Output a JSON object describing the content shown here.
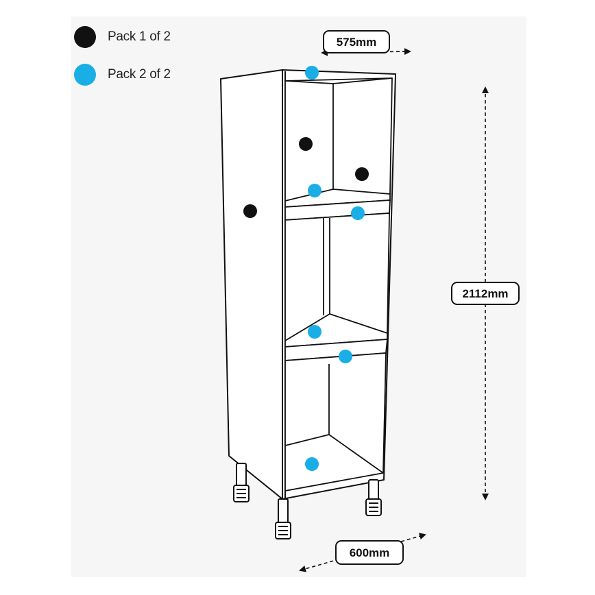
{
  "legend": {
    "items": [
      {
        "label": "Pack 1 of 2",
        "color": "#111111"
      },
      {
        "label": "Pack 2 of 2",
        "color": "#1aaee6"
      }
    ]
  },
  "dimensions": {
    "width_label": "575mm",
    "height_label": "2112mm",
    "depth_label": "600mm"
  },
  "colors": {
    "outline": "#111111",
    "pack1": "#111111",
    "pack2": "#1aaee6",
    "panel": "#f6f6f6"
  }
}
